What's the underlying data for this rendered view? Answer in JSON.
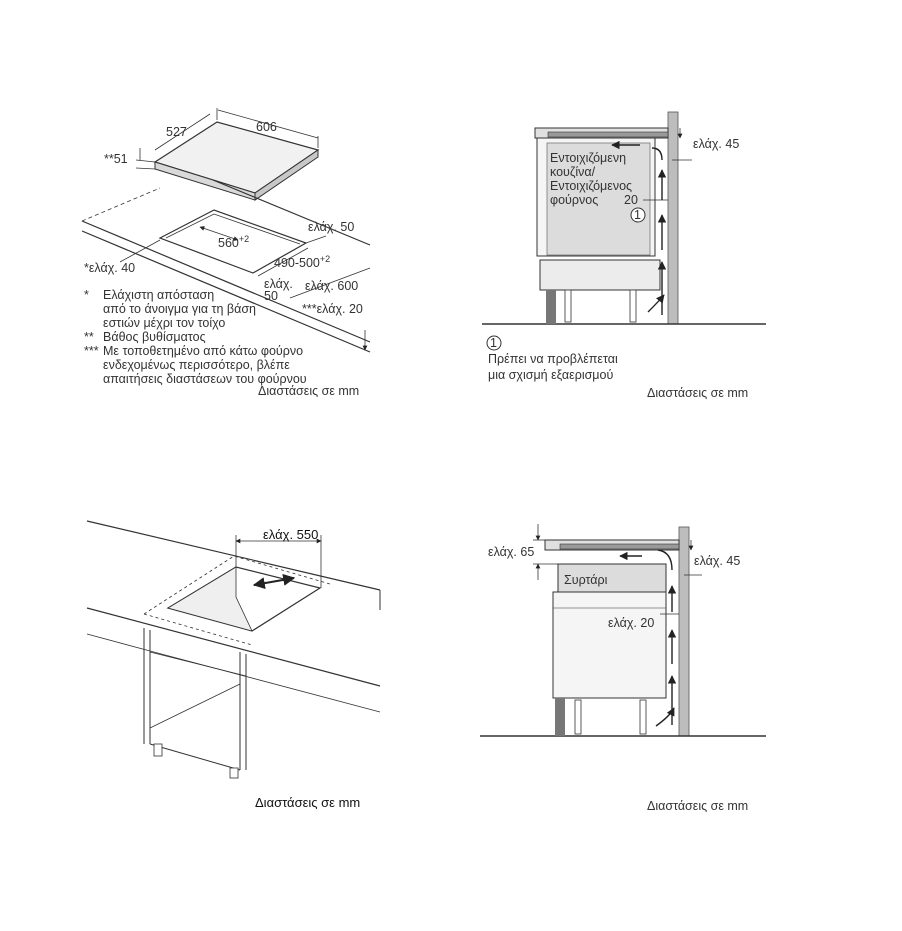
{
  "fig1": {
    "width": "606",
    "depth": "527",
    "height": "**51",
    "cutout_width": "560",
    "cutout_width_tol": "+2",
    "cutout_depth": "490-500",
    "cutout_depth_tol": "+2",
    "min_50": "ελάχ. 50",
    "min_40": "*ελάχ. 40",
    "min_text": "ελάχ.",
    "fifty": "50",
    "min_600": "ελάχ. 600",
    "min_20": "***ελάχ. 20",
    "notes": [
      {
        "mark": "*",
        "lines": [
          "Ελάχιστη απόσταση",
          "από το άνοιγμα για τη βάση",
          "εστιών μέχρι τον τοίχο"
        ]
      },
      {
        "mark": "**",
        "lines": [
          "Βάθος βυθίσματος"
        ]
      },
      {
        "mark": "***",
        "lines": [
          "Με τοποθετημένο από κάτω φούρνο",
          "ενδεχομένως περισσότερο, βλέπε",
          "απαιτήσεις διαστάσεων του φούρνου"
        ]
      }
    ],
    "units": "Διαστάσεις σε mm"
  },
  "fig2": {
    "min_45": "ελάχ. 45",
    "box_lines": [
      "Εντοιχιζόμενη",
      "κουζίνα/",
      "Εντοιχιζόμενος",
      "φούρνος"
    ],
    "twenty": "20",
    "circle": "1",
    "note_lines": [
      "Πρέπει να προβλέπεται",
      "μια σχισμή εξαερισμού"
    ],
    "units": "Διαστάσεις σε mm"
  },
  "fig3": {
    "min_550": "ελάχ. 550",
    "units": "Διαστάσεις σε mm"
  },
  "fig4": {
    "min_65": "ελάχ. 65",
    "min_45": "ελάχ. 45",
    "drawer": "Συρτάρι",
    "min_20": "ελάχ. 20",
    "units": "Διαστάσεις σε mm"
  }
}
